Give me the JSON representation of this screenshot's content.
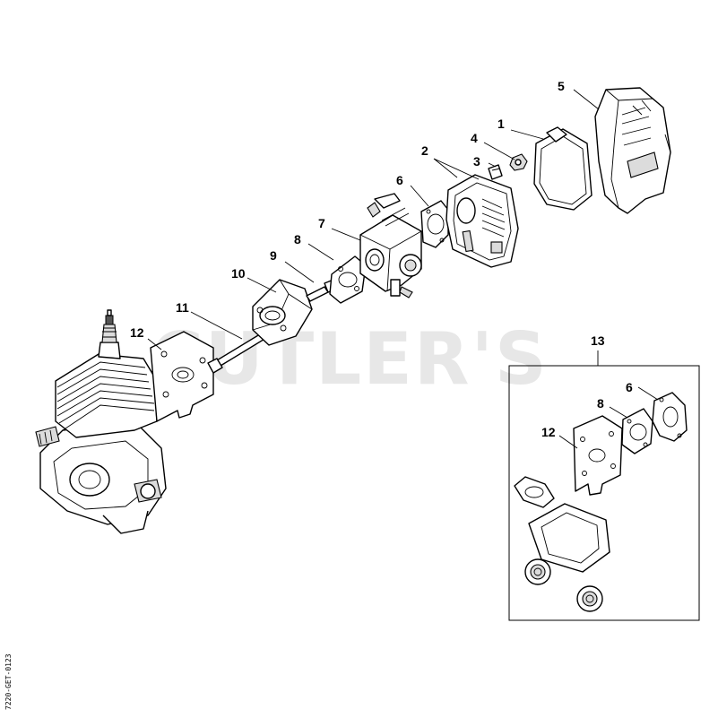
{
  "watermark": "CUTLER'S",
  "document_id": "7220-GET-0123",
  "callouts": [
    "1",
    "2",
    "3",
    "4",
    "5",
    "6",
    "7",
    "8",
    "9",
    "10",
    "11",
    "12",
    "13",
    "6",
    "8",
    "12"
  ]
}
